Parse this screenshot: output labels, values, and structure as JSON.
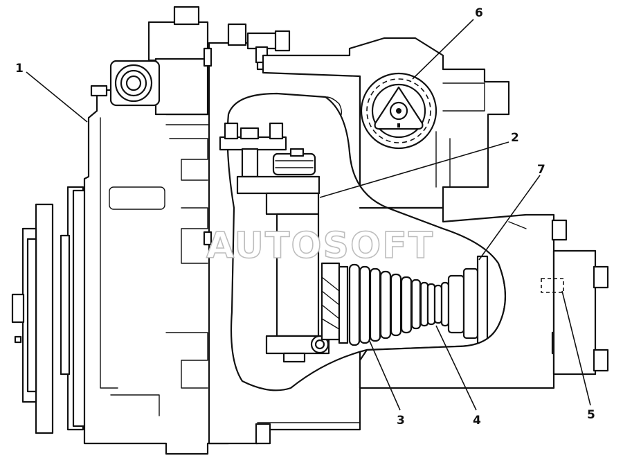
{
  "watermark": "AUTOSOFT",
  "callouts": [
    {
      "id": "1",
      "label": "1"
    },
    {
      "id": "2",
      "label": "2"
    },
    {
      "id": "3",
      "label": "3"
    },
    {
      "id": "4",
      "label": "4"
    },
    {
      "id": "5",
      "label": "5"
    },
    {
      "id": "6",
      "label": "6"
    },
    {
      "id": "7",
      "label": "7"
    }
  ],
  "colors": {
    "line": "#111111",
    "background": "#ffffff",
    "watermark_outline": "#bdbdbd"
  }
}
